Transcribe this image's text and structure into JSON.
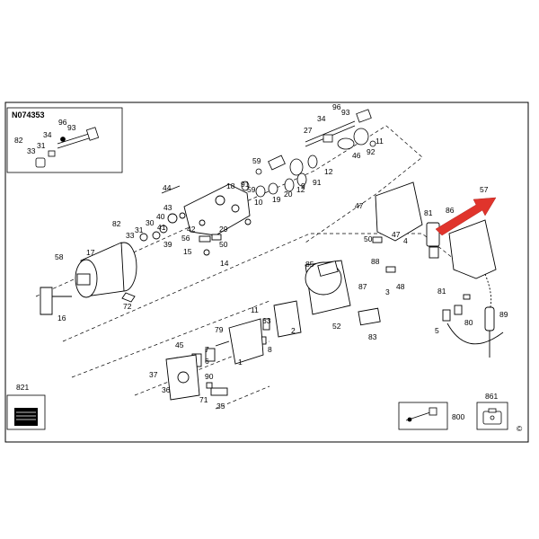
{
  "diagram": {
    "inset_code": "N074353",
    "copyright": "©",
    "inset_callouts": [
      "96",
      "93",
      "34",
      "31",
      "33",
      "82"
    ],
    "callouts": [
      "96",
      "93",
      "34",
      "27",
      "46",
      "92",
      "11",
      "12",
      "9",
      "91",
      "59",
      "59",
      "10",
      "19",
      "20",
      "12",
      "18",
      "91",
      "44",
      "82",
      "30",
      "40",
      "42",
      "43",
      "56",
      "41",
      "33",
      "31",
      "39",
      "50",
      "29",
      "15",
      "14",
      "17",
      "58",
      "72",
      "16",
      "47",
      "81",
      "86",
      "57",
      "50",
      "4",
      "47",
      "88",
      "87",
      "3",
      "48",
      "85",
      "52",
      "11",
      "63",
      "2",
      "8",
      "81",
      "80",
      "89",
      "83",
      "5",
      "79",
      "1",
      "45",
      "6",
      "37",
      "36",
      "90",
      "71",
      "35",
      "7",
      "821",
      "800",
      "861"
    ],
    "accent_arrow": "#e0342c"
  }
}
